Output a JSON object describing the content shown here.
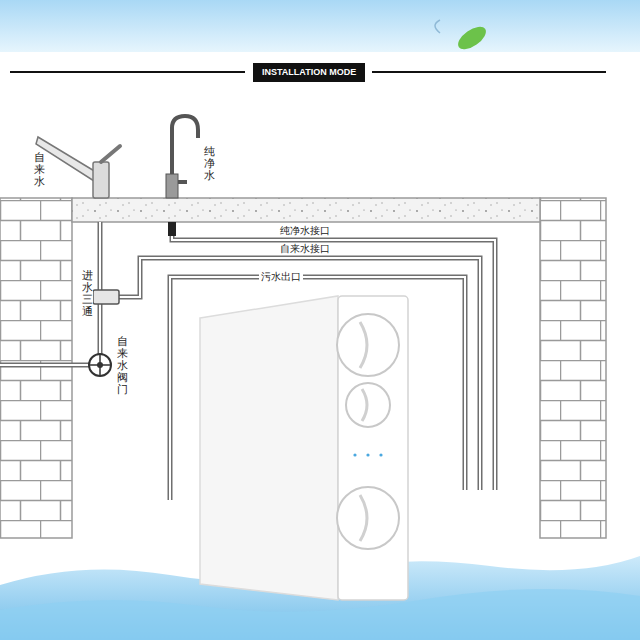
{
  "diagram": {
    "title": "INSTALLATION MODE",
    "labels": [
      "自来水",
      "纯净水",
      "纯净水接口",
      "自来水接口",
      "污水出口",
      "进水三通",
      "自来水阀门"
    ]
  }
}
